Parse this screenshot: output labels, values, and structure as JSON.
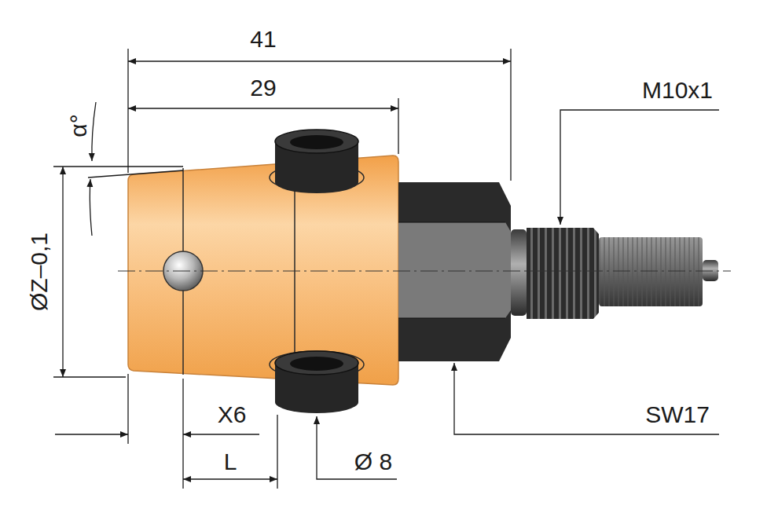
{
  "diagram": {
    "labels": [
      "41",
      "29",
      "M10x1",
      "α°",
      "ØZ–0,1",
      "X6",
      "SW17",
      "L",
      "Ø 8"
    ]
  }
}
